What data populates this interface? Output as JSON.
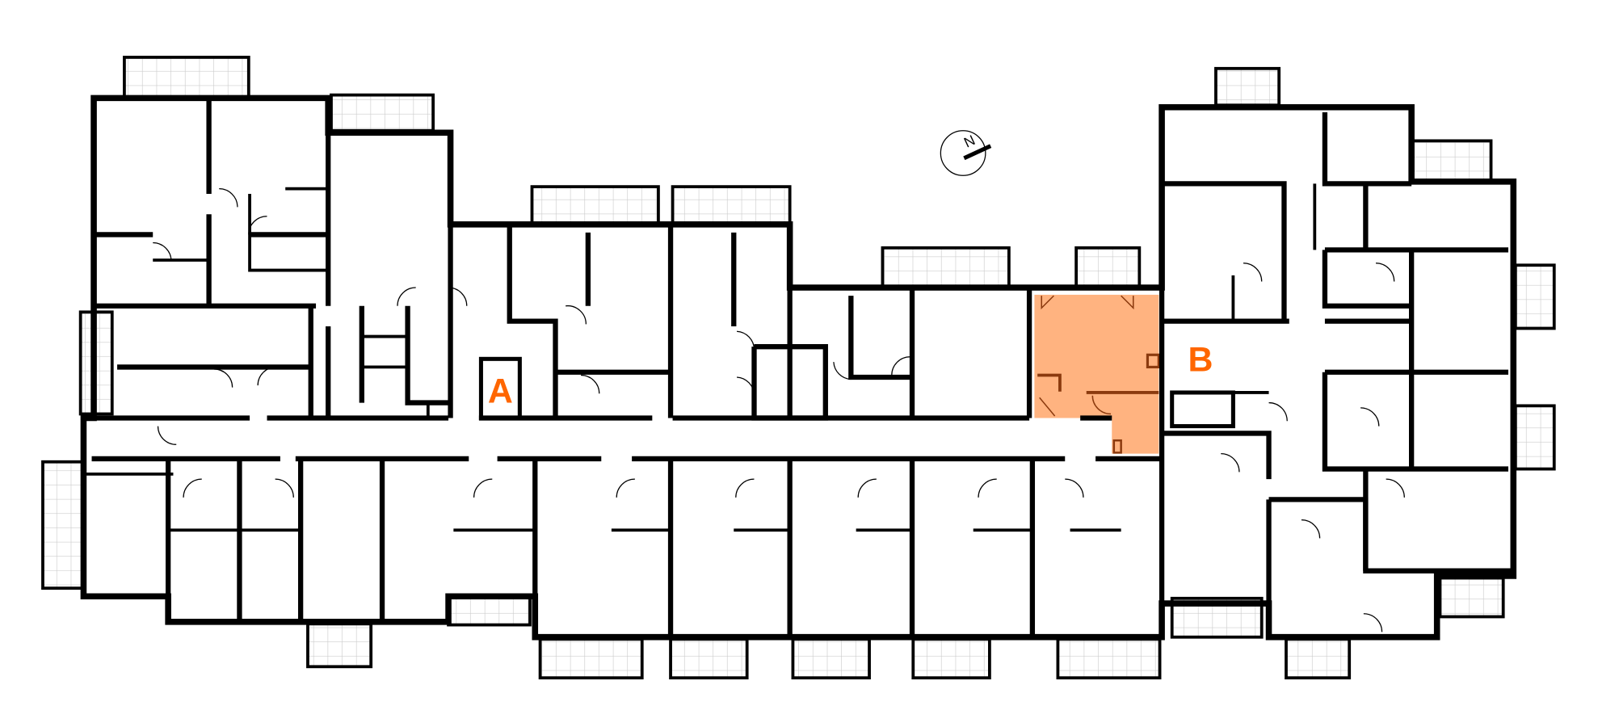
{
  "plan": {
    "sections": [
      {
        "label": "A"
      },
      {
        "label": "B"
      }
    ],
    "compass": {
      "label": "N"
    },
    "highlighted_unit": {
      "fill_color": "#FFB380",
      "wall_color": "#8B3A0E"
    },
    "label_color": "#FF6600"
  }
}
